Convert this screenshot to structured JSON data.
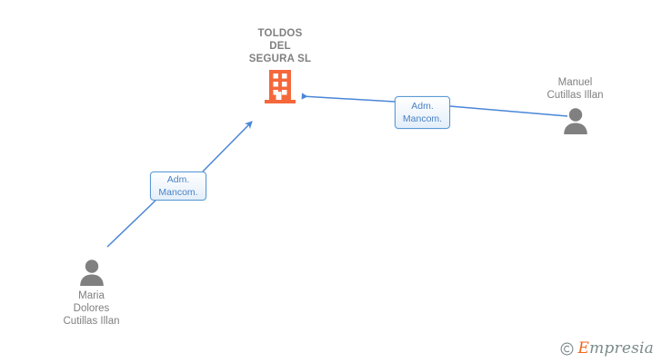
{
  "diagram": {
    "type": "org-relationship-graph",
    "background_color": "#ffffff",
    "company": {
      "name": "TOLDOS\nDEL\nSEGURA SL",
      "icon": "building-icon",
      "icon_color": "#f4683c",
      "text_color": "#808080"
    },
    "people": [
      {
        "id": "person-right",
        "name": "Manuel\nCutillas Illan",
        "icon": "person-icon",
        "icon_color": "#808080",
        "role_label": "Adm.\nMancom."
      },
      {
        "id": "person-left",
        "name": "Maria\nDolores\nCutillas Illan",
        "icon": "person-icon",
        "icon_color": "#808080",
        "role_label": "Adm.\nMancom."
      }
    ],
    "edges": [
      {
        "id": "edge-right",
        "label": "Adm.\nMancom.",
        "from": "person-right",
        "to": "company",
        "color": "#4a86d8",
        "arrow": "left"
      },
      {
        "id": "edge-left",
        "label": "Adm.\nMancom.",
        "from": "person-left",
        "to": "company",
        "color": "#4a86d8",
        "arrow": "up-right"
      }
    ],
    "watermark": {
      "copyright": "©",
      "brand_initial": "E",
      "brand_rest": "mpresia",
      "accent_color": "#f26722",
      "text_color": "#7b8a8c"
    }
  }
}
